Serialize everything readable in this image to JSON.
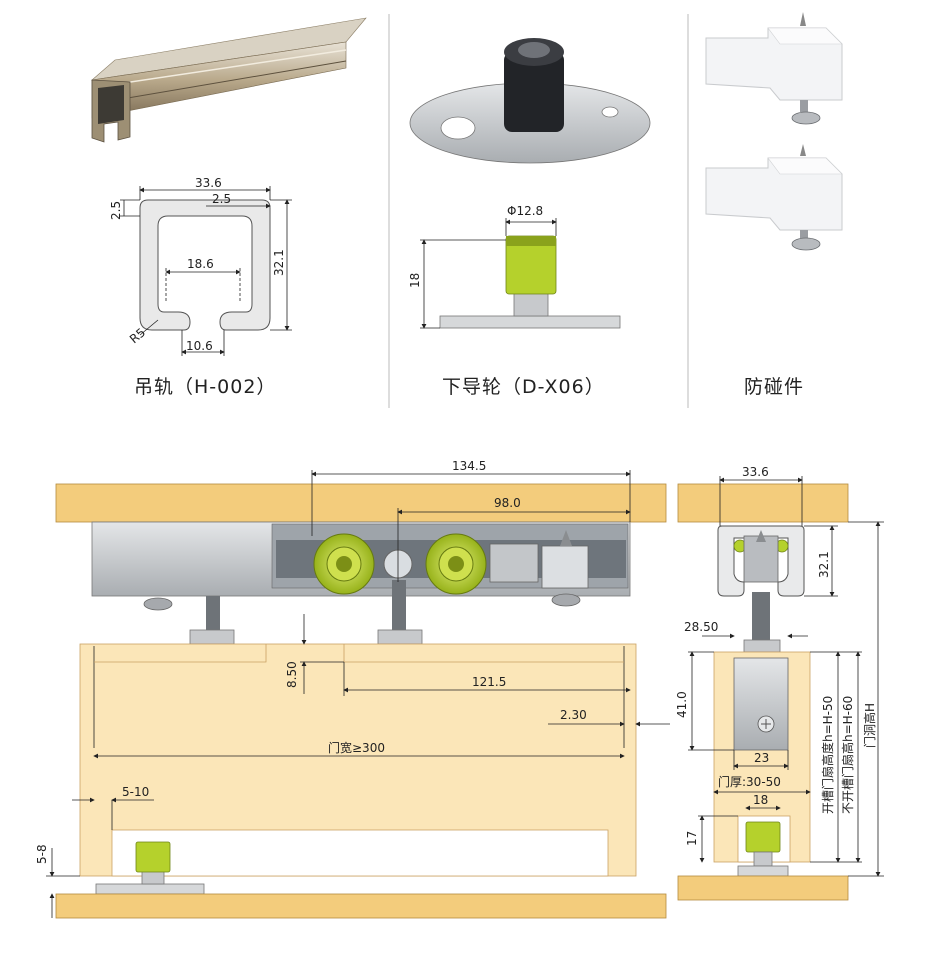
{
  "captions": {
    "rail": "吊轨（H-002）",
    "guide": "下导轮（D-X06）",
    "stopper": "防碰件"
  },
  "rail_dims": {
    "width": "33.6",
    "lip_right": "2.5",
    "lip_left": "2.5",
    "height": "32.1",
    "inner": "18.6",
    "radius": "R5",
    "slot": "10.6"
  },
  "guide_dims": {
    "diameter": "Φ12.8",
    "height": "18"
  },
  "front_dims": {
    "span_wheels": "134.5",
    "wheel_center": "98.0",
    "top_gap": "8.50",
    "stop_offset": "121.5",
    "side_gap": "2.30",
    "door_width": "门宽≥300",
    "edge_offset": "5-10",
    "floor_gap": "5-8"
  },
  "side_dims": {
    "rail_width": "33.6",
    "rail_height": "32.1",
    "offset": "28.50",
    "bracket_height": "41.0",
    "bracket_width": "23",
    "door_thickness": "门厚:30-50",
    "guide_width": "18",
    "groove_depth": "17",
    "slot_rule": "开槽门扇高度h=H-50",
    "no_slot_rule": "不开槽门扇高h=H-60",
    "opening_height": "门洞高H"
  },
  "colors": {
    "wood": "#f3cc7c",
    "door": "#fbe6b8",
    "accent": "#b5d12c",
    "steel": "#c7c9cc"
  }
}
